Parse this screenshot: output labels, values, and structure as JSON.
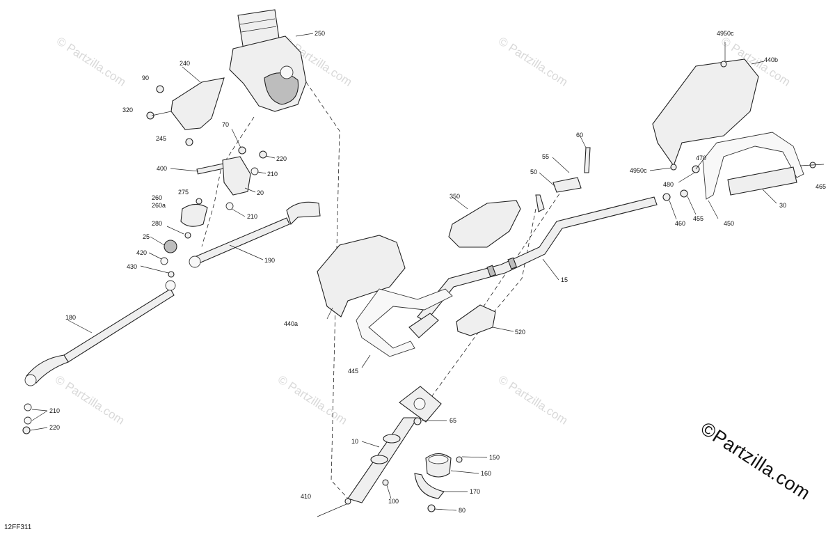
{
  "watermark": "© Partzilla.com",
  "brand": "©Partzilla.com",
  "diagram_code": "12FF311",
  "callouts": [
    "250",
    "240",
    "90",
    "320",
    "70",
    "245",
    "220",
    "210",
    "400",
    "20",
    "275",
    "260",
    "260a",
    "210",
    "280",
    "25",
    "420",
    "430",
    "190",
    "180",
    "210",
    "220",
    "4950c",
    "440b",
    "60",
    "55",
    "50",
    "470",
    "4950c",
    "480",
    "465",
    "350",
    "460",
    "455",
    "450",
    "30",
    "15",
    "440a",
    "520",
    "445",
    "65",
    "10",
    "150",
    "160",
    "170",
    "410",
    "100",
    "80"
  ]
}
